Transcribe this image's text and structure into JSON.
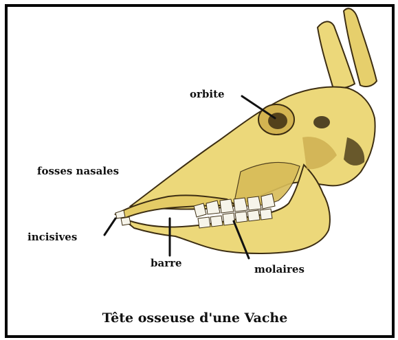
{
  "labels": {
    "orbite": "orbite",
    "fosses_nasales": "fosses nasales",
    "incisives": "incisives",
    "barre": "barre",
    "molaires": "molaires"
  },
  "caption": "Tête osseuse d'une Vache",
  "colors": {
    "bone": "#ecd87a",
    "bone_shadow": "#c9a84a",
    "outline": "#3c2d12",
    "teeth": "#f6f4ea",
    "frame": "#000000"
  }
}
